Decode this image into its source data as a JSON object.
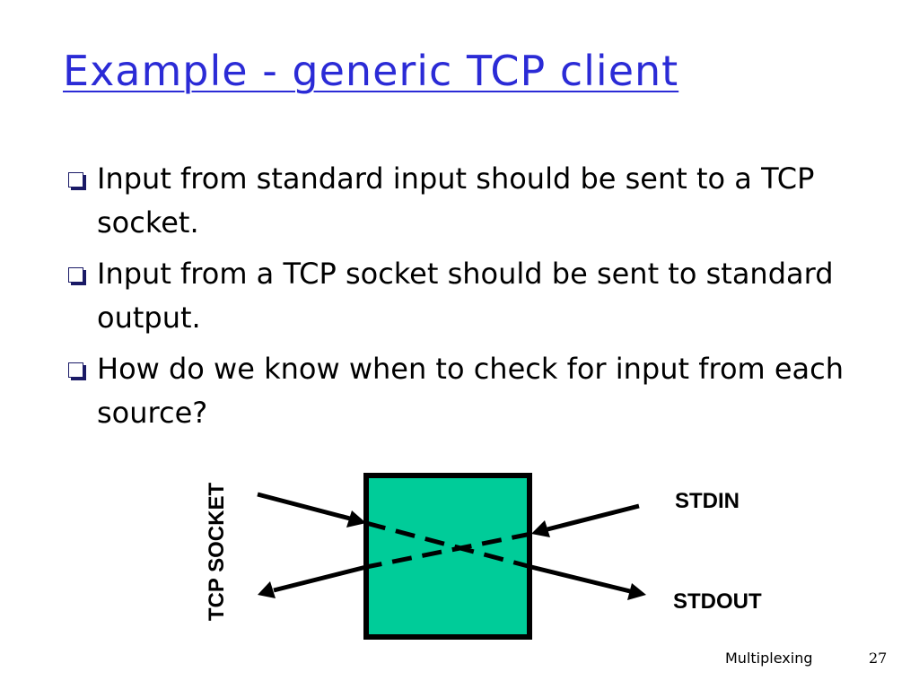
{
  "slide": {
    "title": "Example - generic TCP client",
    "bullets": [
      "Input from standard input should be sent to a TCP socket.",
      "Input from a TCP socket should be sent to standard output.",
      "How do we know when to check for input from each source?"
    ]
  },
  "diagram": {
    "labels": {
      "tcp_socket": "TCP SOCKET",
      "stdin": "STDIN",
      "stdout": "STDOUT"
    },
    "colors": {
      "box_fill": "#00cc99",
      "title": "#2b2bd6",
      "bullet_marker": "#1a1a66"
    }
  },
  "footer": {
    "label": "Multiplexing",
    "page_number": "27"
  }
}
